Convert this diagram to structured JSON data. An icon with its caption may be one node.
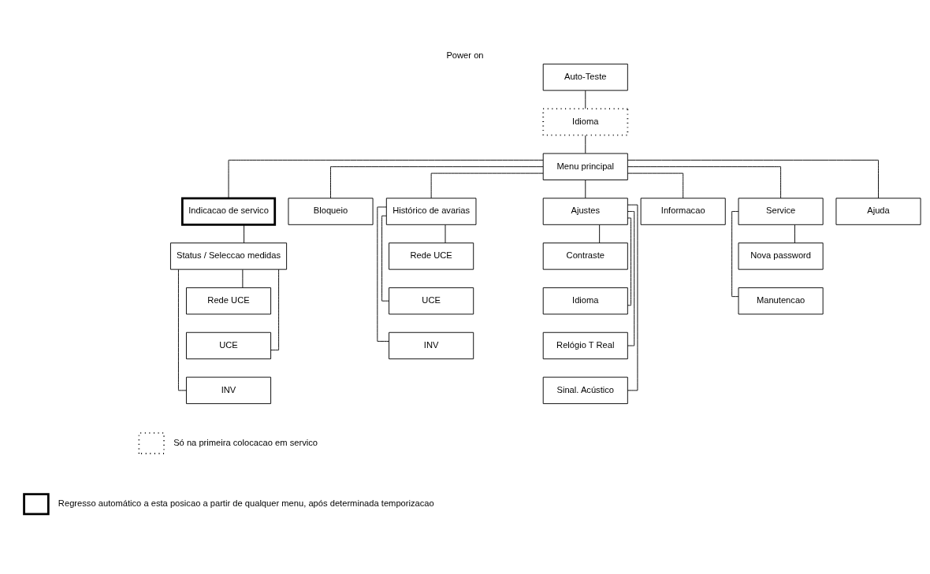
{
  "diagram": {
    "title": "Power on",
    "nodes": [
      {
        "text": [
          "Auto-Teste"
        ]
      },
      {
        "text": [
          "Idioma"
        ]
      },
      {
        "text": [
          "Menu principal"
        ]
      },
      {
        "text": [
          "Indicacao de servico"
        ]
      },
      {
        "text": [
          "Bloqueio"
        ]
      },
      {
        "text": [
          "Histórico de avarias"
        ]
      },
      {
        "text": [
          "Ajustes"
        ]
      },
      {
        "text": [
          "Informacao"
        ]
      },
      {
        "text": [
          "Service"
        ]
      },
      {
        "text": [
          "Ajuda"
        ]
      },
      {
        "text": [
          "Status / Seleccao medidas"
        ]
      },
      {
        "text": [
          "Rede UCE"
        ]
      },
      {
        "text": [
          "UCE"
        ]
      },
      {
        "text": [
          "INV"
        ]
      },
      {
        "text": [
          "Rede UCE"
        ]
      },
      {
        "text": [
          "UCE"
        ]
      },
      {
        "text": [
          "INV"
        ]
      },
      {
        "text": [
          "Contraste"
        ]
      },
      {
        "text": [
          "Idioma"
        ]
      },
      {
        "text": [
          "Relógio T Real"
        ]
      },
      {
        "text": [
          "Sinal. Acústico"
        ]
      },
      {
        "text": [
          "Nova password"
        ]
      },
      {
        "text": [
          "Manutencao"
        ]
      }
    ],
    "edges": [
      {
        "from": 0,
        "to": 1,
        "arrow": "none"
      },
      {
        "from": 1,
        "to": 2,
        "arrow": "none"
      },
      {
        "from": 2,
        "to": 3,
        "arrow": "none"
      },
      {
        "from": 2,
        "to": 4,
        "arrow": "none"
      },
      {
        "from": 2,
        "to": 5,
        "arrow": "none"
      },
      {
        "from": 2,
        "to": 6,
        "arrow": "none"
      },
      {
        "from": 2,
        "to": 7,
        "arrow": "none"
      },
      {
        "from": 2,
        "to": 8,
        "arrow": "none"
      },
      {
        "from": 2,
        "to": 9,
        "arrow": "none"
      },
      {
        "from": 3,
        "to": 10,
        "arrow": "none"
      },
      {
        "from": 10,
        "to": 11,
        "arrow": "none"
      },
      {
        "from": 10,
        "to": 12,
        "arrow": "none"
      },
      {
        "from": 10,
        "to": 13,
        "arrow": "none"
      },
      {
        "from": 5,
        "to": 14,
        "arrow": "none"
      },
      {
        "from": 5,
        "to": 15,
        "arrow": "none"
      },
      {
        "from": 5,
        "to": 16,
        "arrow": "none"
      },
      {
        "from": 6,
        "to": 17,
        "arrow": "none"
      },
      {
        "from": 6,
        "to": 18,
        "arrow": "none"
      },
      {
        "from": 6,
        "to": 19,
        "arrow": "none"
      },
      {
        "from": 6,
        "to": 20,
        "arrow": "none"
      },
      {
        "from": 8,
        "to": 21,
        "arrow": "none"
      },
      {
        "from": 8,
        "to": 22,
        "arrow": "none"
      }
    ],
    "legend": [
      {
        "text": "Só na primeira colocacao em servico"
      },
      {
        "text": "Regresso automático a esta posicao a partir de qualquer menu, após determinada temporizacao"
      }
    ]
  }
}
